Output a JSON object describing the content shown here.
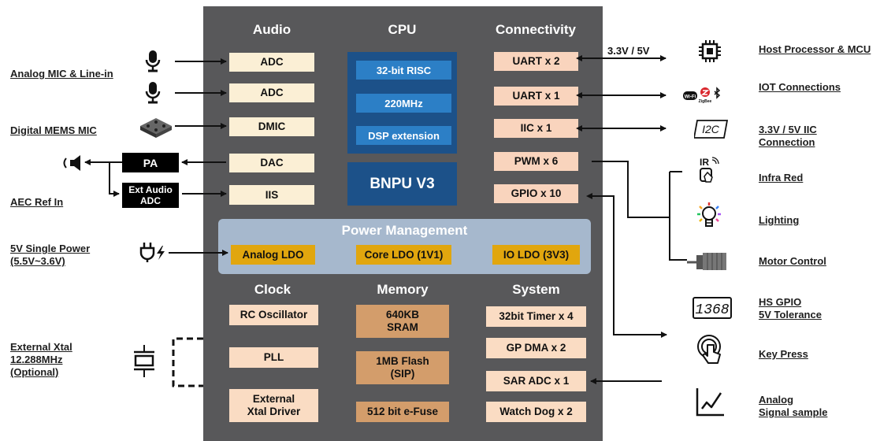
{
  "sections": {
    "audio": "Audio",
    "cpu": "CPU",
    "connectivity": "Connectivity",
    "power_management": "Power Management",
    "clock": "Clock",
    "memory": "Memory",
    "system": "System"
  },
  "audio_blocks": [
    "ADC",
    "ADC",
    "DMIC",
    "DAC",
    "IIS"
  ],
  "cpu_blocks": [
    "32-bit RISC",
    "220MHz",
    "DSP extension"
  ],
  "bnpu": "BNPU V3",
  "connectivity_blocks": [
    "UART x 2",
    "UART x 1",
    "IIC x 1",
    "PWM x 6",
    "GPIO x 10"
  ],
  "power_blocks": [
    "Analog LDO",
    "Core LDO (1V1)",
    "IO LDO (3V3)"
  ],
  "clock_blocks": [
    "RC Oscillator",
    "PLL",
    "External\nXtal Driver"
  ],
  "memory_blocks": [
    "640KB\nSRAM",
    "1MB Flash\n(SIP)",
    "512 bit e-Fuse"
  ],
  "system_blocks": [
    "32bit Timer x 4",
    "GP DMA x 2",
    "SAR ADC x 1",
    "Watch Dog x 2"
  ],
  "pa": "PA",
  "ext_audio_adc": "Ext Audio\nADC",
  "left_labels": {
    "analog_mic": "Analog MIC & Line-in",
    "digital_mems_mic": "Digital MEMS MIC",
    "aec_ref": "AEC Ref In",
    "single_power": "5V Single Power\n(5.5V~3.6V)",
    "external_xtal": "External Xtal\n12.288MHz\n(Optional)"
  },
  "voltage_label": "3.3V / 5V",
  "right_labels": {
    "host": "Host Processor & MCU",
    "iot": "IOT Connections",
    "iic": "3.3V / 5V IIC\nConnection",
    "infra_red": "Infra Red",
    "lighting": "Lighting",
    "motor": "Motor Control",
    "hs_gpio": "HS GPIO\n5V Tolerance",
    "key_press": "Key Press",
    "analog_signal": "Analog\nSignal sample"
  },
  "icon_text": {
    "i2c": "I2C",
    "ir": "IR",
    "display_digits": "1368",
    "zigbee": "ZigBee",
    "wifi": "Wi-Fi"
  },
  "colors": {
    "chip": "#58585a",
    "audio_blocks": "#fbefd5",
    "connectivity_blocks": "#f9d4bd",
    "cpu": "#1c5189",
    "cpu_inner": "#2c7fc6",
    "power_panel": "#a6b8cd",
    "ldo": "#e1a60e",
    "memory": "#d39d6b"
  }
}
